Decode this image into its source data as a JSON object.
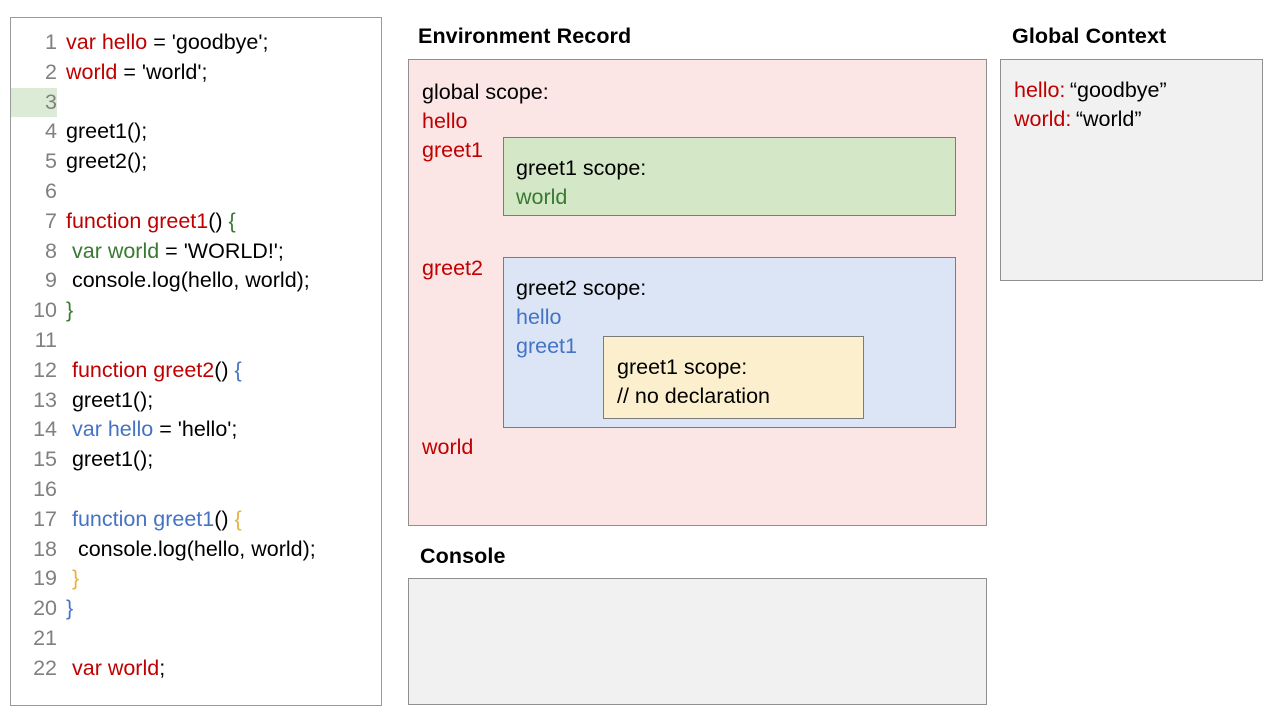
{
  "headings": {
    "environment_record": "Environment Record",
    "global_context": "Global Context",
    "console": "Console"
  },
  "colors": {
    "red": "#c00000",
    "green": "#387a31",
    "blue": "#4573c4",
    "yellow": "#e8b23a",
    "black": "#000000",
    "pink_bg": "#fbe5e5",
    "green_bg": "#d4e8c8",
    "blue_bg": "#dbe5f5",
    "yellow_bg": "#fcefcd",
    "gray_bg": "#f1f1f1",
    "line_number": "#808080",
    "highlight_bg": "#dcebd5"
  },
  "code": {
    "highlighted_line": 3,
    "lines": [
      {
        "n": "1",
        "tokens": [
          {
            "t": "var hello",
            "c": "red"
          },
          {
            "t": " = 'goodbye';",
            "c": "blk"
          }
        ]
      },
      {
        "n": "2",
        "tokens": [
          {
            "t": "world",
            "c": "red"
          },
          {
            "t": " = 'world';",
            "c": "blk"
          }
        ]
      },
      {
        "n": "3",
        "tokens": []
      },
      {
        "n": "4",
        "tokens": [
          {
            "t": "greet1();",
            "c": "blk"
          }
        ]
      },
      {
        "n": "5",
        "tokens": [
          {
            "t": "greet2();",
            "c": "blk"
          }
        ]
      },
      {
        "n": "6",
        "tokens": []
      },
      {
        "n": "7",
        "tokens": [
          {
            "t": "function greet1",
            "c": "red"
          },
          {
            "t": "() ",
            "c": "blk"
          },
          {
            "t": "{",
            "c": "grn"
          }
        ]
      },
      {
        "n": "8",
        "tokens": [
          {
            "t": " ",
            "c": "blk"
          },
          {
            "t": "var world",
            "c": "grn"
          },
          {
            "t": " = 'WORLD!';",
            "c": "blk"
          }
        ]
      },
      {
        "n": "9",
        "tokens": [
          {
            "t": " console.log(hello, world);",
            "c": "blk"
          }
        ]
      },
      {
        "n": "10",
        "tokens": [
          {
            "t": "}",
            "c": "grn"
          }
        ]
      },
      {
        "n": "11",
        "tokens": []
      },
      {
        "n": "12",
        "tokens": [
          {
            "t": " ",
            "c": "blk"
          },
          {
            "t": "function greet2",
            "c": "red"
          },
          {
            "t": "() ",
            "c": "blk"
          },
          {
            "t": "{",
            "c": "blu"
          }
        ]
      },
      {
        "n": "13",
        "tokens": [
          {
            "t": " greet1();",
            "c": "blk"
          }
        ]
      },
      {
        "n": "14",
        "tokens": [
          {
            "t": " ",
            "c": "blk"
          },
          {
            "t": "var hello",
            "c": "blu"
          },
          {
            "t": " = 'hello';",
            "c": "blk"
          }
        ]
      },
      {
        "n": "15",
        "tokens": [
          {
            "t": " greet1();",
            "c": "blk"
          }
        ]
      },
      {
        "n": "16",
        "tokens": []
      },
      {
        "n": "17",
        "tokens": [
          {
            "t": " ",
            "c": "blk"
          },
          {
            "t": "function greet1",
            "c": "blu"
          },
          {
            "t": "() ",
            "c": "blk"
          },
          {
            "t": "{",
            "c": "ylw"
          }
        ]
      },
      {
        "n": "18",
        "tokens": [
          {
            "t": "  console.log(hello, world);",
            "c": "blk"
          }
        ]
      },
      {
        "n": "19",
        "tokens": [
          {
            "t": " ",
            "c": "blk"
          },
          {
            "t": "}",
            "c": "ylw"
          }
        ]
      },
      {
        "n": "20",
        "tokens": [
          {
            "t": "}",
            "c": "blu"
          }
        ]
      },
      {
        "n": "21",
        "tokens": []
      },
      {
        "n": "22",
        "tokens": [
          {
            "t": " ",
            "c": "blk"
          },
          {
            "t": "var world",
            "c": "red"
          },
          {
            "t": ";",
            "c": "blk"
          }
        ]
      }
    ]
  },
  "environment_record": {
    "global_scope_title": "global scope:",
    "global_bindings_before": [
      "hello",
      "greet1"
    ],
    "global_binding_greet2": "greet2",
    "global_binding_world": "world",
    "greet1_scope": {
      "title": "greet1 scope:",
      "bindings": [
        "world"
      ]
    },
    "greet2_scope": {
      "title": "greet2 scope:",
      "bindings": [
        "hello",
        "greet1"
      ],
      "inner_greet1_scope": {
        "title": "greet1 scope:",
        "note": "// no declaration"
      }
    }
  },
  "global_context": {
    "rows": [
      {
        "key": "hello:",
        "value": "“goodbye”"
      },
      {
        "key": "world:",
        "value": "“world”"
      }
    ]
  },
  "console": {
    "output": ""
  }
}
